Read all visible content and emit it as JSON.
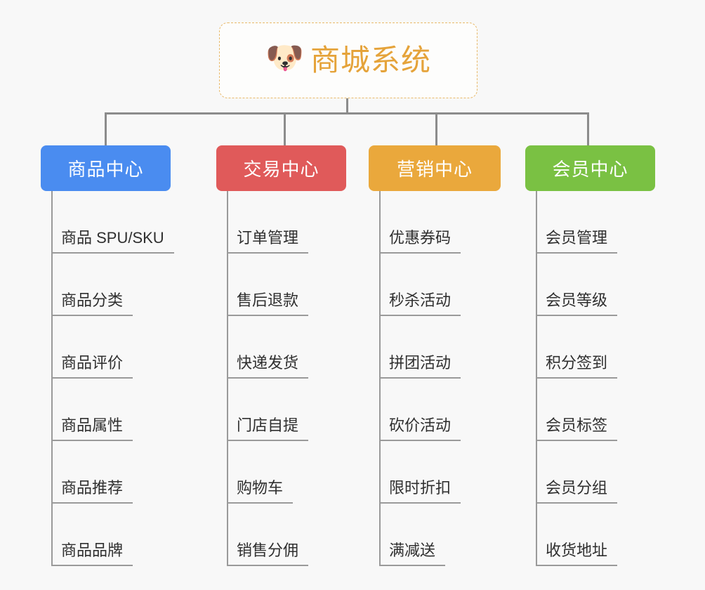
{
  "background_color": "#f8f8f8",
  "root": {
    "icon": "shiba-dog-face-emoji",
    "emoji": "🐶",
    "title": "商城系统",
    "title_color": "#e5a33a",
    "border_color": "#e8b96a"
  },
  "line_color": "#8c8c8c",
  "branches": [
    {
      "label": "商品中心",
      "color": "#4a8cf0",
      "items": [
        "商品 SPU/SKU",
        "商品分类",
        "商品评价",
        "商品属性",
        "商品推荐",
        "商品品牌"
      ]
    },
    {
      "label": "交易中心",
      "color": "#e05a5a",
      "items": [
        "订单管理",
        "售后退款",
        "快递发货",
        "门店自提",
        "购物车",
        "销售分佣"
      ]
    },
    {
      "label": "营销中心",
      "color": "#eaa83c",
      "items": [
        "优惠券码",
        "秒杀活动",
        "拼团活动",
        "砍价活动",
        "限时折扣",
        "满减送"
      ]
    },
    {
      "label": "会员中心",
      "color": "#7ac143",
      "items": [
        "会员管理",
        "会员等级",
        "积分签到",
        "会员标签",
        "会员分组",
        "收货地址"
      ]
    }
  ]
}
